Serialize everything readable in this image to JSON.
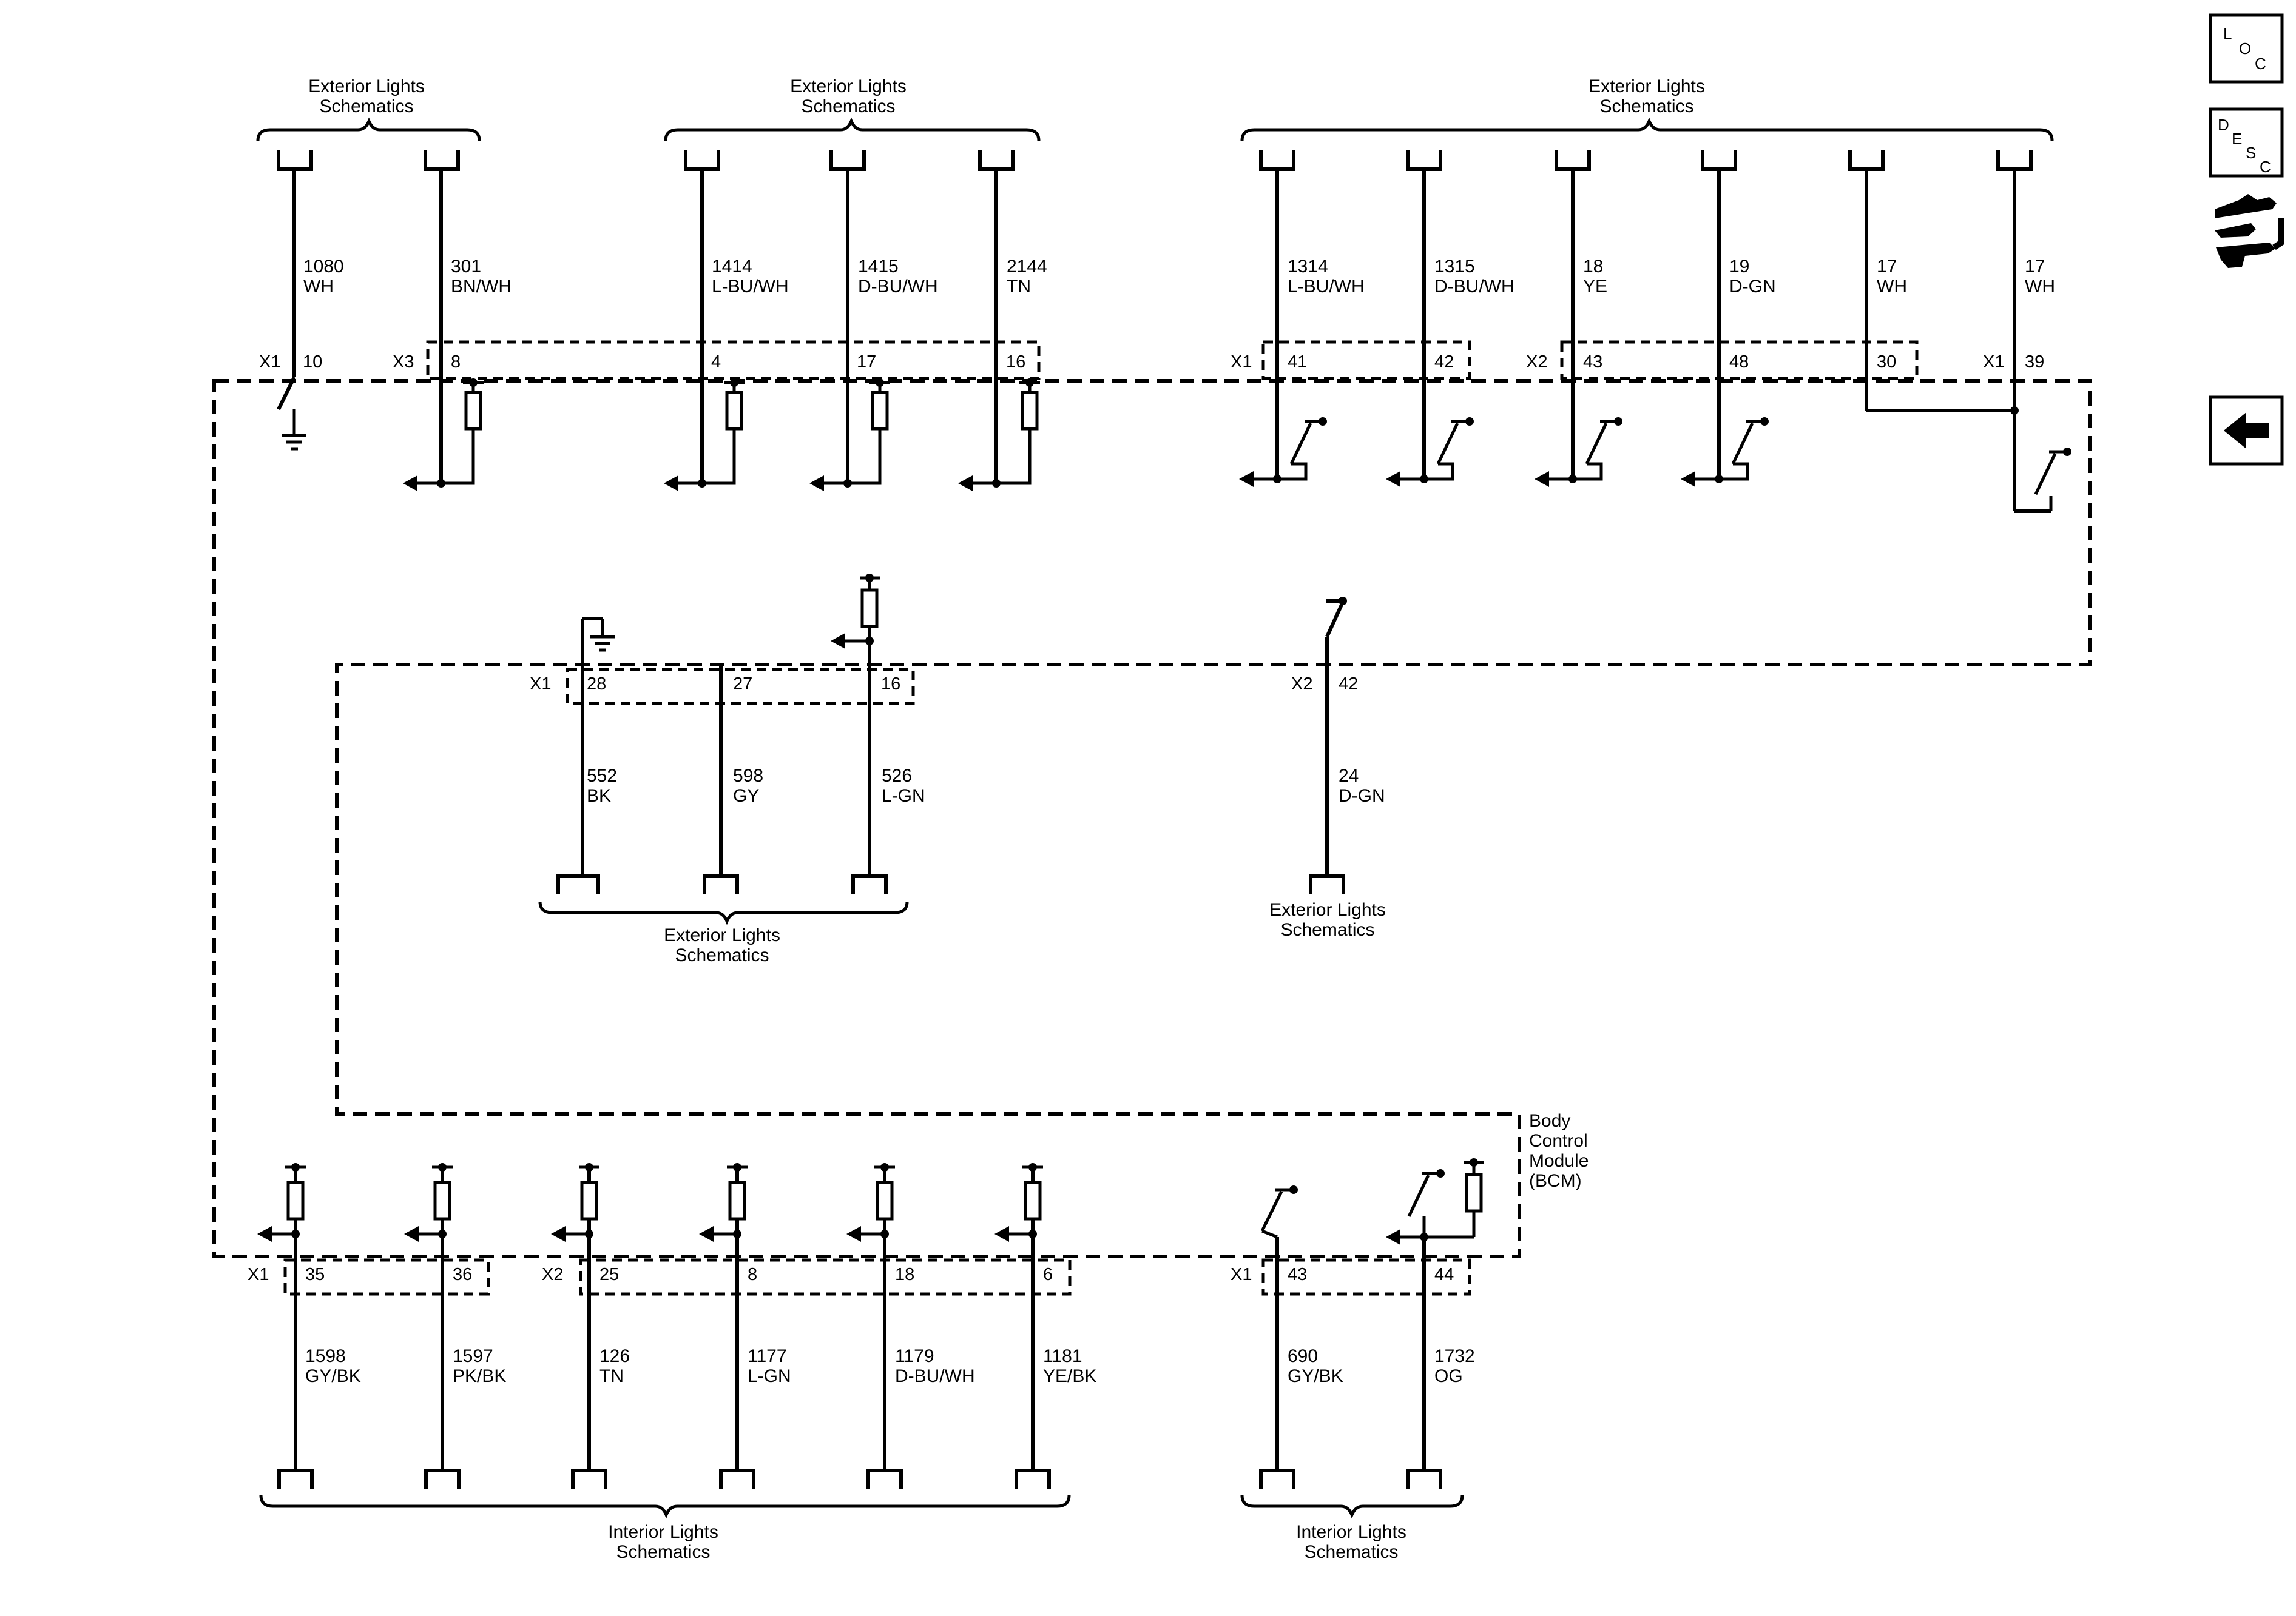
{
  "sidebar": {
    "loc": [
      "L",
      "O",
      "C"
    ],
    "desc": [
      "D",
      "E",
      "S",
      "C"
    ]
  },
  "module": {
    "name_lines": [
      "Body",
      "Control",
      "Module",
      "(BCM)"
    ]
  },
  "groups": {
    "top_a": [
      "Exterior Lights",
      "Schematics"
    ],
    "top_b": [
      "Exterior Lights",
      "Schematics"
    ],
    "top_c": [
      "Exterior Lights",
      "Schematics"
    ],
    "mid_a": [
      "Exterior Lights",
      "Schematics"
    ],
    "mid_b": [
      "Exterior Lights",
      "Schematics"
    ],
    "bot_a": [
      "Interior Lights",
      "Schematics"
    ],
    "bot_b": [
      "Interior Lights",
      "Schematics"
    ]
  },
  "connectors": {
    "top": [
      "X1",
      "X3",
      "X1",
      "X2",
      "X1"
    ],
    "mid": [
      "X1",
      "X2"
    ],
    "bot": [
      "X1",
      "X2",
      "X1"
    ]
  },
  "wires": {
    "top": [
      {
        "circuit": "1080",
        "color": "WH",
        "pin": "10"
      },
      {
        "circuit": "301",
        "color": "BN/WH",
        "pin": "8"
      },
      {
        "circuit": "1414",
        "color": "L-BU/WH",
        "pin": "4"
      },
      {
        "circuit": "1415",
        "color": "D-BU/WH",
        "pin": "17"
      },
      {
        "circuit": "2144",
        "color": "TN",
        "pin": "16"
      },
      {
        "circuit": "1314",
        "color": "L-BU/WH",
        "pin": "41"
      },
      {
        "circuit": "1315",
        "color": "D-BU/WH",
        "pin": "42"
      },
      {
        "circuit": "18",
        "color": "YE",
        "pin": "43"
      },
      {
        "circuit": "19",
        "color": "D-GN",
        "pin": "48"
      },
      {
        "circuit": "17",
        "color": "WH",
        "pin": "30"
      },
      {
        "circuit": "17",
        "color": "WH",
        "pin": "39"
      }
    ],
    "mid": [
      {
        "circuit": "552",
        "color": "BK",
        "pin": "28"
      },
      {
        "circuit": "598",
        "color": "GY",
        "pin": "27"
      },
      {
        "circuit": "526",
        "color": "L-GN",
        "pin": "16"
      },
      {
        "circuit": "24",
        "color": "D-GN",
        "pin": "42"
      }
    ],
    "bot": [
      {
        "circuit": "1598",
        "color": "GY/BK",
        "pin": "35"
      },
      {
        "circuit": "1597",
        "color": "PK/BK",
        "pin": "36"
      },
      {
        "circuit": "126",
        "color": "TN",
        "pin": "25"
      },
      {
        "circuit": "1177",
        "color": "L-GN",
        "pin": "8"
      },
      {
        "circuit": "1179",
        "color": "D-BU/WH",
        "pin": "18"
      },
      {
        "circuit": "1181",
        "color": "YE/BK",
        "pin": "6"
      },
      {
        "circuit": "690",
        "color": "GY/BK",
        "pin": "43"
      },
      {
        "circuit": "1732",
        "color": "OG",
        "pin": "44"
      }
    ]
  }
}
